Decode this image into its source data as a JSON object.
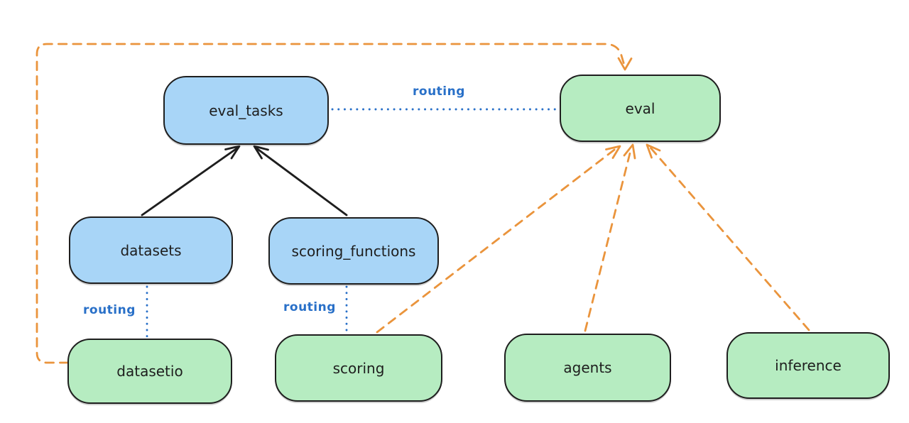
{
  "diagram": {
    "background": "#ffffff",
    "nodes": {
      "eval_tasks": {
        "label": "eval_tasks",
        "fill": "#a8d5f7",
        "kind": "resource"
      },
      "eval": {
        "label": "eval",
        "fill": "#b6ecc1",
        "kind": "api"
      },
      "datasets": {
        "label": "datasets",
        "fill": "#a8d5f7",
        "kind": "resource"
      },
      "scoring_functions": {
        "label": "scoring_functions",
        "fill": "#a8d5f7",
        "kind": "resource"
      },
      "datasetio": {
        "label": "datasetio",
        "fill": "#b6ecc1",
        "kind": "api"
      },
      "scoring": {
        "label": "scoring",
        "fill": "#b6ecc1",
        "kind": "api"
      },
      "agents": {
        "label": "agents",
        "fill": "#b6ecc1",
        "kind": "api"
      },
      "inference": {
        "label": "inference",
        "fill": "#b6ecc1",
        "kind": "api"
      }
    },
    "edge_labels": {
      "eval_tasks_to_eval": "routing",
      "datasets_to_datasetio": "routing",
      "scoring_functions_to_scoring": "routing"
    },
    "edges": [
      {
        "from": "datasets",
        "to": "eval_tasks",
        "style": "solid-arrow",
        "color": "#1e1e1e"
      },
      {
        "from": "scoring_functions",
        "to": "eval_tasks",
        "style": "solid-arrow",
        "color": "#1e1e1e"
      },
      {
        "from": "eval_tasks",
        "to": "eval",
        "style": "dotted",
        "label": "routing",
        "color": "#2970c8"
      },
      {
        "from": "datasets",
        "to": "datasetio",
        "style": "dotted",
        "label": "routing",
        "color": "#2970c8"
      },
      {
        "from": "scoring_functions",
        "to": "scoring",
        "style": "dotted",
        "label": "routing",
        "color": "#2970c8"
      },
      {
        "from": "datasetio",
        "to": "eval",
        "style": "dashed-arrow",
        "color": "#ea943c"
      },
      {
        "from": "scoring",
        "to": "eval",
        "style": "dashed-arrow",
        "color": "#ea943c"
      },
      {
        "from": "agents",
        "to": "eval",
        "style": "dashed-arrow",
        "color": "#ea943c"
      },
      {
        "from": "inference",
        "to": "eval",
        "style": "dashed-arrow",
        "color": "#ea943c"
      }
    ],
    "colors": {
      "node_stroke": "#1e1e1e",
      "resource_fill": "#a8d5f7",
      "api_fill": "#b6ecc1",
      "routing_line": "#2970c8",
      "provider_line": "#ea943c",
      "solid_arrow": "#1e1e1e"
    }
  }
}
